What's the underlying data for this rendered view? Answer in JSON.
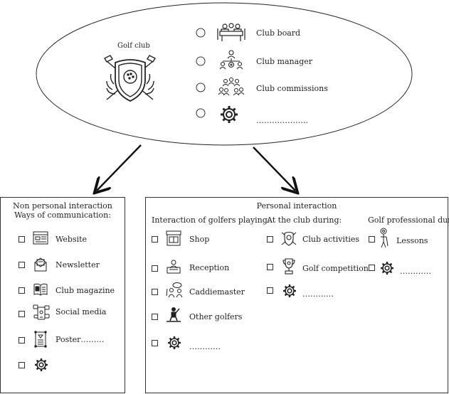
{
  "top": {
    "title": "Golf club",
    "items": [
      {
        "label": "Club board",
        "icon": "board-meeting-icon"
      },
      {
        "label": "Club manager",
        "icon": "manager-org-icon"
      },
      {
        "label": "Club commissions",
        "icon": "commissions-group-icon"
      },
      {
        "label": "………………..",
        "icon": "gear-icon"
      }
    ]
  },
  "left": {
    "title1": "Non personal interaction",
    "title2": "Ways of communication:",
    "items": [
      {
        "label": "Website",
        "icon": "website-icon"
      },
      {
        "label": "Newsletter",
        "icon": "newsletter-icon"
      },
      {
        "label": "Club magazine",
        "icon": "magazine-icon"
      },
      {
        "label": "Social media",
        "icon": "social-media-icon"
      },
      {
        "label": "Poster………",
        "icon": "poster-icon"
      },
      {
        "label": "",
        "icon": "gear-icon"
      }
    ]
  },
  "right": {
    "title": "Personal interaction",
    "col1": {
      "header": "Interaction of golfers playing:",
      "items": [
        {
          "label": "Shop",
          "icon": "shop-icon"
        },
        {
          "label": "Reception",
          "icon": "reception-icon"
        },
        {
          "label": "Caddiemaster",
          "icon": "caddiemaster-icon"
        },
        {
          "label": "Other golfers",
          "icon": "golfer-icon"
        },
        {
          "label": "…………",
          "icon": "gear-icon"
        }
      ]
    },
    "col2": {
      "header": "At the club during:",
      "items": [
        {
          "label": "Club activities",
          "icon": "club-crest-icon"
        },
        {
          "label": "Golf competition",
          "icon": "trophy-icon"
        },
        {
          "label": "…………",
          "icon": "gear-icon"
        }
      ]
    },
    "col3": {
      "header": "Golf professional during:",
      "items": [
        {
          "label": "Lessons",
          "icon": "golf-pro-icon"
        },
        {
          "label": "…………",
          "icon": "gear-icon"
        }
      ]
    }
  }
}
